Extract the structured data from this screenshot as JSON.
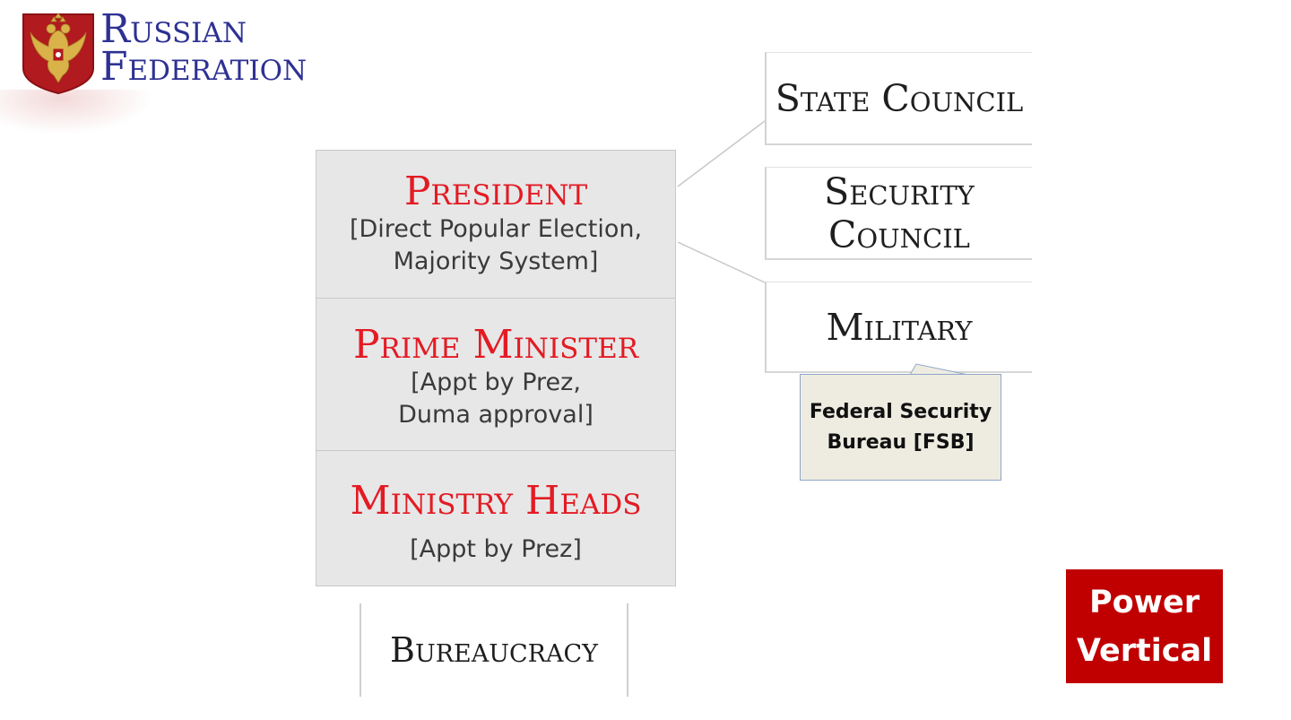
{
  "logo": {
    "line1": "Russian",
    "line2": "Federation"
  },
  "president": {
    "title": "President",
    "detail_line1": "[Direct Popular Election,",
    "detail_line2": "Majority System]"
  },
  "prime_minister": {
    "title": "Prime Minister",
    "detail_line1": "[Appt by Prez,",
    "detail_line2": "Duma approval]"
  },
  "ministry_heads": {
    "title": "Ministry Heads",
    "detail": "[Appt by Prez]"
  },
  "bureaucracy": "Bureaucracy",
  "side_bodies": {
    "state_council": "State Council",
    "security_council_line1": "Security",
    "security_council_line2": "Council",
    "military": "Military"
  },
  "callout": {
    "line1": "Federal Security",
    "line2": "Bureau [FSB]"
  },
  "badge": {
    "line1": "Power",
    "line2": "Vertical"
  },
  "colors": {
    "title_red": "#e31b23",
    "logo_blue": "#2e3192",
    "badge_red": "#c00000",
    "stack_gray": "#e7e7e8",
    "callout_fill": "#eeece1"
  }
}
